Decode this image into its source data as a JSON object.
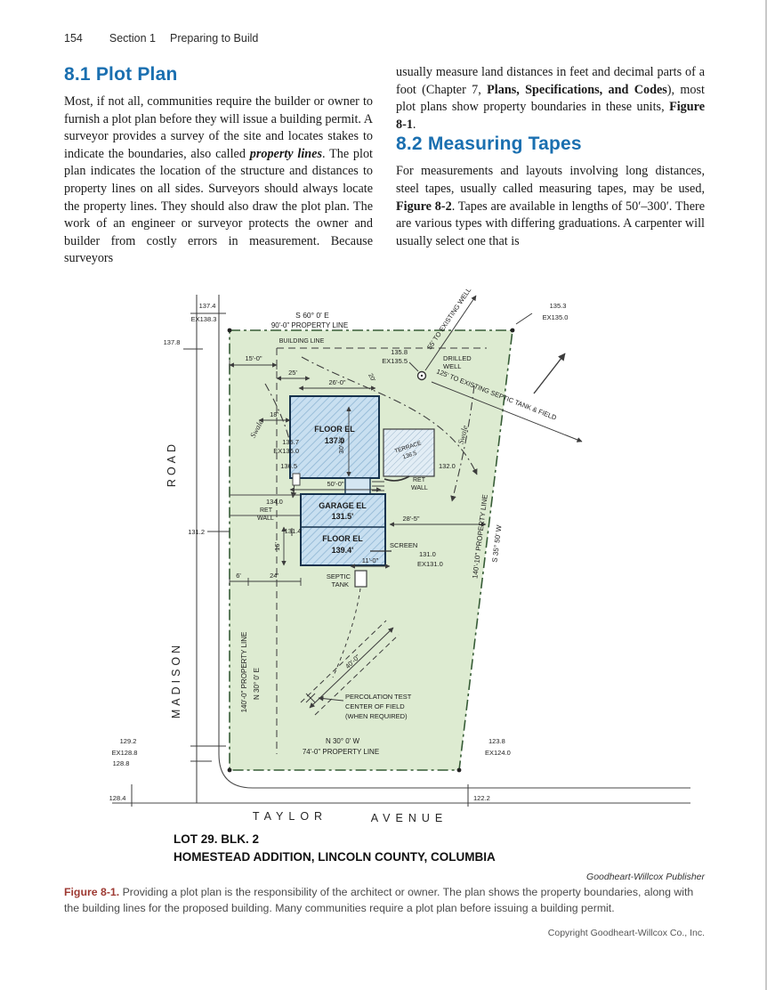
{
  "page": {
    "number": "154",
    "section": "Section 1",
    "chapter": "Preparing to Build",
    "copyright": "Copyright Goodheart-Willcox Co., Inc."
  },
  "s81": {
    "title": "8.1 Plot Plan",
    "p_a": "Most, if not all, communities require the builder or owner to furnish a plot plan before they will issue a building permit. A surveyor provides a survey of the site and locates stakes to indicate the boundaries, also called ",
    "p_em": "property lines",
    "p_b": ". The plot plan indicates the location of the structure and distances to property lines on all sides. Surveyors should always locate the property lines. They should also draw the plot plan. The work of an engineer or surveyor protects the owner and builder from costly errors in measurement. Because surveyors",
    "cont_a": "usually measure land distances in feet and decimal parts of a foot (Chapter 7, ",
    "cont_b": "Plans, Specifications, and Codes",
    "cont_c": "), most plot plans show property boundaries in these units, ",
    "cont_d": "Figure 8-1",
    "cont_e": "."
  },
  "s82": {
    "title": "8.2 Measuring Tapes",
    "p_a": "For measurements and layouts involving long distances, steel tapes, usually called measuring tapes, may be used, ",
    "p_b": "Figure 8-2",
    "p_c": ". Tapes are available in lengths of 50′–300′. There are various types with differing graduations. A carpenter will usually select one that is"
  },
  "figure": {
    "lot_line1": "LOT 29. BLK. 2",
    "lot_line2": "HOMESTEAD ADDITION, LINCOLN COUNTY, COLUMBIA",
    "credit": "Goodheart-Willcox Publisher",
    "caption_label": "Figure 8-1.",
    "caption_text": "Providing a plot plan is the responsibility of the architect or owner. The plan shows the property boundaries, along with the building lines for the proposed building. Many communities require a plot plan before issuing a building permit.",
    "streets": {
      "road": "ROAD",
      "madison": "MADISON",
      "taylor": "TAYLOR",
      "avenue": "AVENUE"
    },
    "boundary": {
      "top_bearing": "S 60° 0' E",
      "top_line": "90'-0\" PROPERTY LINE",
      "right_line": "140'-10\" PROPERTY LINE",
      "right_bearing": "S 35° 50' W",
      "left_line": "140'-0\" PROPERTY LINE",
      "left_bearing": "N 30° 0' E",
      "bottom_bearing": "N 30° 0' W",
      "bottom_line": "74'-0\" PROPERTY LINE"
    },
    "buildings": {
      "floor1_l1": "FLOOR EL",
      "floor1_l2": "137.0",
      "terrace_l1": "TERRACE",
      "terrace_l2": "136.5",
      "garage_l1": "GARAGE EL",
      "garage_l2": "131.5'",
      "floor2_l1": "FLOOR EL",
      "floor2_l2": "139.4'"
    },
    "site": {
      "building_line": "BUILDING LINE",
      "drilled_l1": "DRILLED",
      "drilled_l2": "WELL",
      "to_well": "55' TO EXISTING WELL",
      "to_septic": "125' TO EXISTING SEPTIC TANK & FIELD",
      "swale1": "Swale",
      "swale2": "Swale",
      "septic_l1": "SEPTIC",
      "septic_l2": "TANK",
      "perc_l1": "PERCOLATION TEST",
      "perc_l2": "CENTER OF FIELD",
      "perc_l3": "(WHEN REQUIRED)",
      "ret1_l1": "RET",
      "ret1_l2": "WALL",
      "ret2_l1": "RET",
      "ret2_l2": "WALL",
      "screen": "SCREEN"
    },
    "elevations": {
      "e137_4": "137.4",
      "ex138_3": "EX138.3",
      "e137_8": "137.8",
      "e135_3": "135.3",
      "ex135_0": "EX135.0",
      "e135_8": "135.8",
      "ex135_5": "EX135.5",
      "e135_7": "135.7",
      "ex136_0": "EX136.0",
      "e136_5": "136.5",
      "e134_0": "134.0",
      "e131_4": "131.4",
      "e131_2": "131.2",
      "e132_0": "132.0",
      "e131_0": "131.0",
      "ex131_0": "EX131.0",
      "e129_2": "129.2",
      "ex128_8": "EX128.8",
      "e128_8": "128.8",
      "e128_4": "128.4",
      "e123_8": "123.8",
      "ex124_0": "EX124.0",
      "e122_2": "122.2"
    },
    "dims": {
      "d15": "15'-0\"",
      "d25": "25'",
      "d26": "26'-0\"",
      "d18": "18'",
      "d20": "20'",
      "d30": "30'-0\"",
      "d50": "50'-0\"",
      "d28": "28'-5\"",
      "d11": "11'-0\"",
      "d16": "16'",
      "d6": "6'",
      "d24": "24'",
      "d40": "40'-0\""
    }
  }
}
